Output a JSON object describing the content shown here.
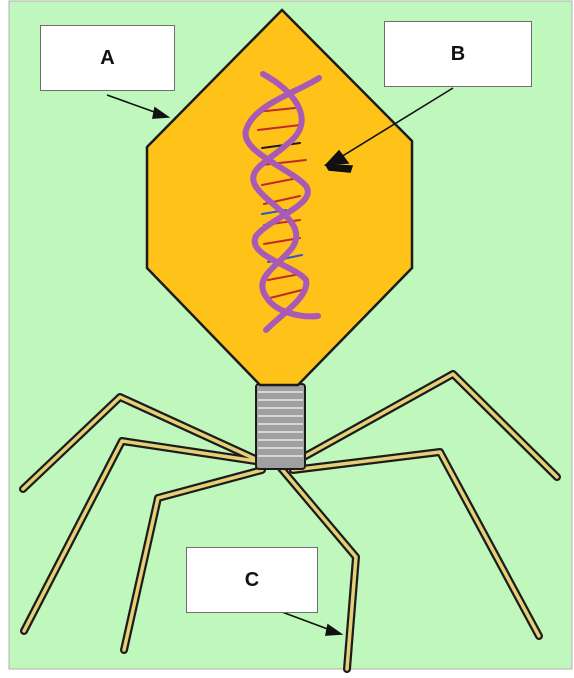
{
  "diagram": {
    "labels": {
      "a": "A",
      "b": "B",
      "c": "C"
    },
    "colors": {
      "background": "#bff7bd",
      "capsid_fill": "#fec218",
      "capsid_stroke": "#1b1b1b",
      "dna_strand": "#a85ab5",
      "dna_rung_red": "#c22a2a",
      "dna_rung_blue": "#2f57c8",
      "tail_sheath": "#a0a0a0",
      "tail_fiber": "#e4d076"
    },
    "icons": {
      "capsid": "hexagon-capsid",
      "dna": "double-helix",
      "tail": "tail-sheath",
      "fibers": "tail-fibers"
    }
  }
}
